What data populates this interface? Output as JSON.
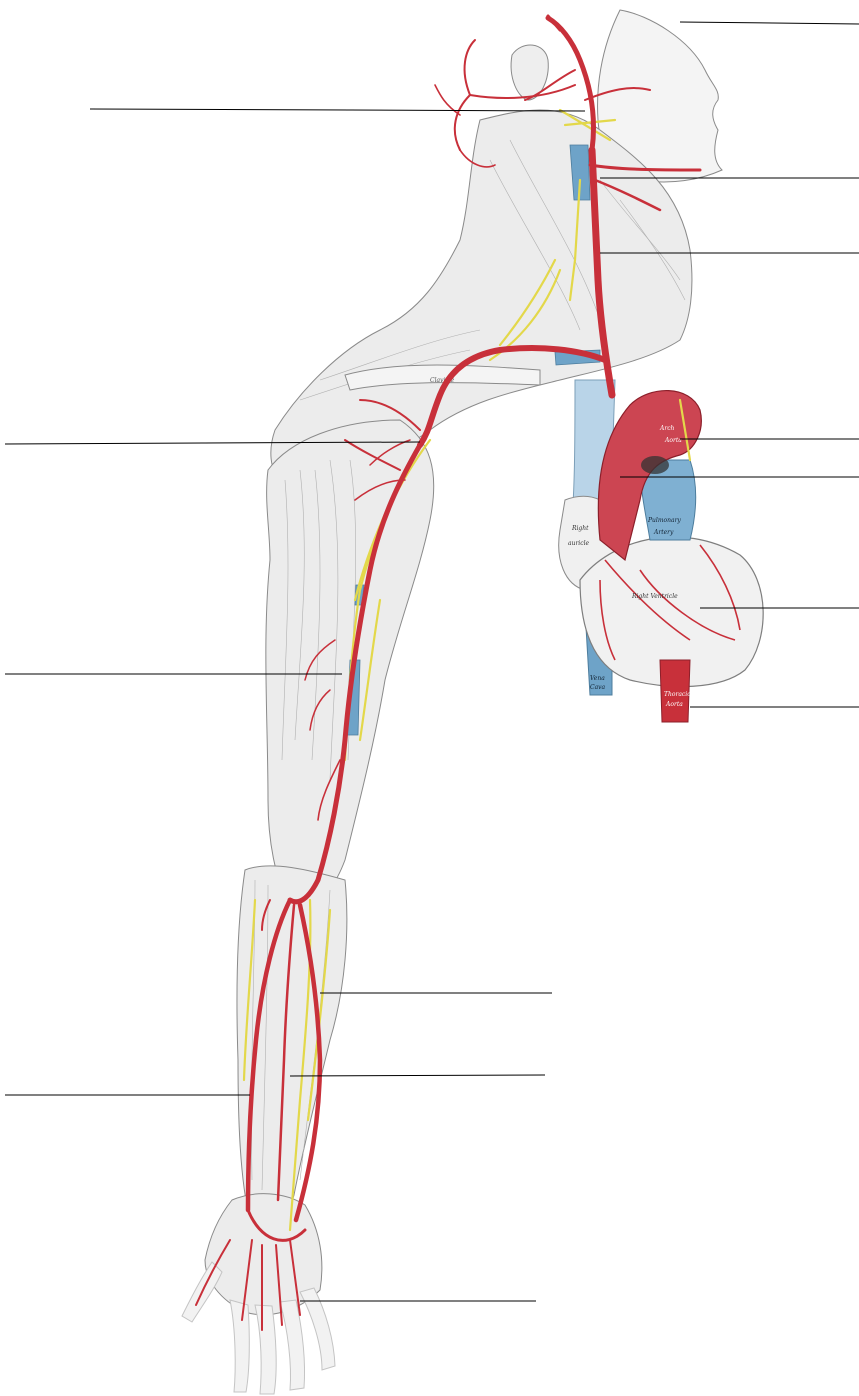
{
  "figure": {
    "subject": "Arterial system of head, neck, arm and heart — unlabeled label lines",
    "colors": {
      "artery": "#c8303a",
      "artery_light": "#d9707a",
      "vein": "#6ea3c8",
      "vein_light": "#b9d4e8",
      "nerve": "#e8e070",
      "muscle_line": "#9a9a9a",
      "muscle_fill": "#e9e9e9",
      "label_line": "#000000"
    },
    "heart_text": {
      "arch": "Arch",
      "aorta": "Aorta",
      "right_auricle": "Right",
      "auricle": "auricle",
      "right_ventricle": "Right Ventricle",
      "pulmonary": "Pulmonary",
      "artery": "Artery",
      "descending_vena": "Vena",
      "cava": "Cava",
      "thoracic": "Thoracic",
      "aorta2": "Aorta",
      "clavicle": "Clavicle"
    },
    "label_line_count": 14
  }
}
